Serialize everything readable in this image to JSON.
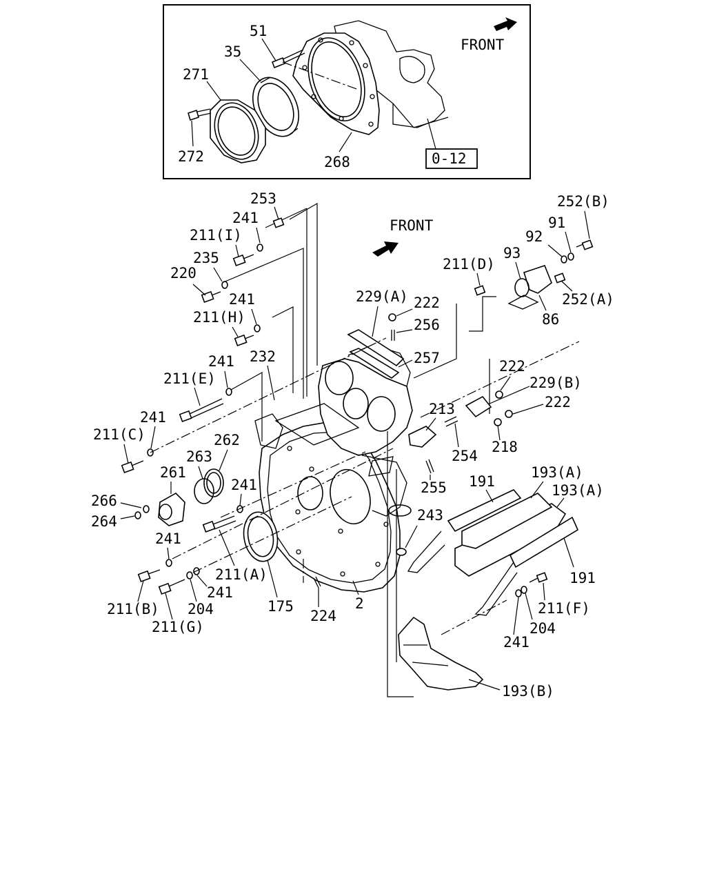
{
  "inset": {
    "direction_label": "FRONT",
    "ref_box": "0-12",
    "labels": [
      "51",
      "35",
      "271",
      "272",
      "268"
    ]
  },
  "main": {
    "direction_label": "FRONT",
    "labels": {
      "p253": "253",
      "p241a": "241",
      "p211i": "211(I)",
      "p235": "235",
      "p220": "220",
      "p241b": "241",
      "p211h": "211(H)",
      "p241c": "241",
      "p232": "232",
      "p211e": "211(E)",
      "p241d": "241",
      "p211c": "211(C)",
      "p262": "262",
      "p263": "263",
      "p261": "261",
      "p241e": "241",
      "p266": "266",
      "p264": "264",
      "p241f": "241",
      "p211a": "211(A)",
      "p241g": "241",
      "p211b": "211(B)",
      "p204a": "204",
      "p211g": "211(G)",
      "p175": "175",
      "p224": "224",
      "p2": "2",
      "p229a": "229(A)",
      "p222a": "222",
      "p256": "256",
      "p257": "257",
      "p211d": "211(D)",
      "p93": "93",
      "p92": "92",
      "p91": "91",
      "p252b": "252(B)",
      "p252a": "252(A)",
      "p86": "86",
      "p222b": "222",
      "p229b": "229(B)",
      "p222c": "222",
      "p213": "213",
      "p254": "254",
      "p218": "218",
      "p255": "255",
      "p191a": "191",
      "p193a1": "193(A)",
      "p193a2": "193(A)",
      "p243": "243",
      "p191b": "191",
      "p211f": "211(F)",
      "p204b": "204",
      "p241h": "241",
      "p193b": "193(B)"
    }
  }
}
